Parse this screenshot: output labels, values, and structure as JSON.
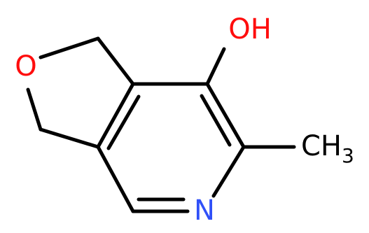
{
  "molecule": {
    "atom_labels": {
      "oxygen_ring": "O",
      "hydroxyl": "OH",
      "nitrogen": "N",
      "methyl_main": "CH",
      "methyl_sub": "3"
    },
    "colors": {
      "bond": "#000000",
      "oxygen": "#ff0d0d",
      "nitrogen": "#3050f8",
      "carbon": "#000000"
    }
  }
}
